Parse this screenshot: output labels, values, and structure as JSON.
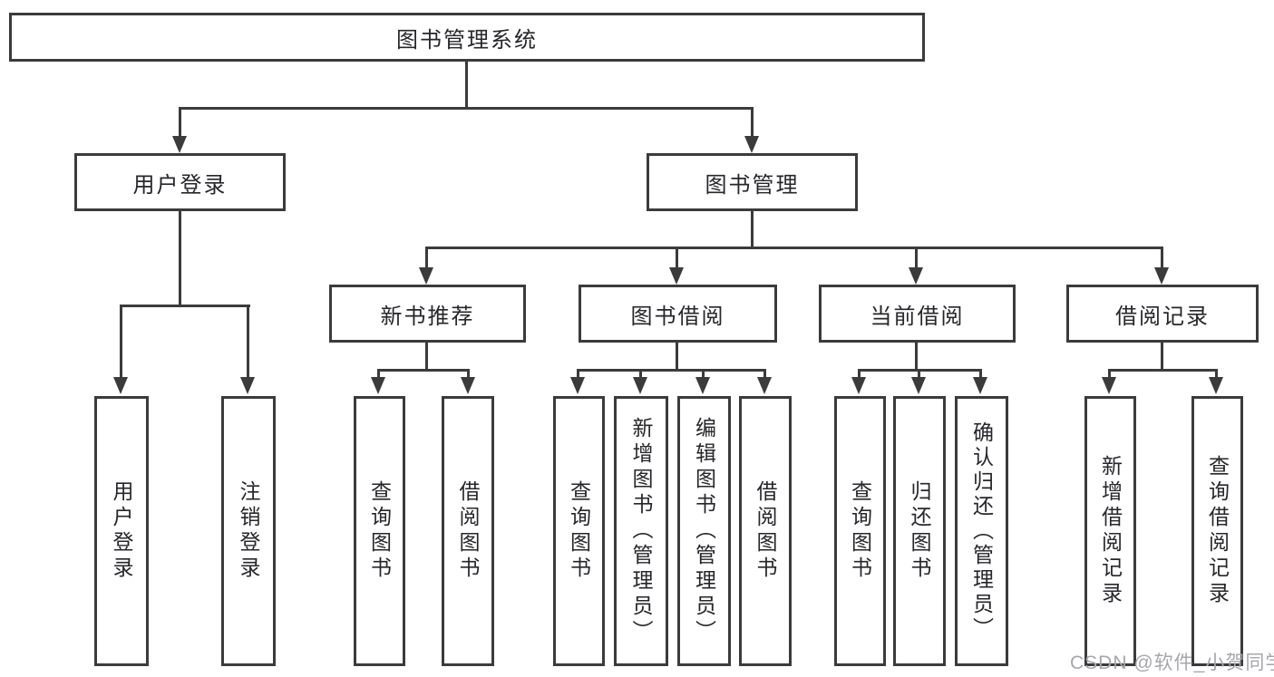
{
  "diagram": {
    "title": "图书管理系统",
    "level2": {
      "login": "用户登录",
      "management": "图书管理"
    },
    "login_children": [
      "用户登录",
      "注销登录"
    ],
    "management_groups": [
      {
        "label": "新书推荐",
        "children": [
          "查询图书",
          "借阅图书"
        ]
      },
      {
        "label": "图书借阅",
        "children": [
          "查询图书",
          "新增图书（管理员）",
          "编辑图书（管理员）",
          "借阅图书"
        ]
      },
      {
        "label": "当前借阅",
        "children": [
          "查询图书",
          "归还图书",
          "确认归还（管理员）"
        ]
      },
      {
        "label": "借阅记录",
        "children": [
          "新增借阅记录",
          "查询借阅记录"
        ]
      }
    ],
    "watermark": "CSDN @软件_小贺同学",
    "colors": {
      "line": "#3b3b3b",
      "text": "#26262b",
      "background": "#ffffff",
      "watermark": "#a6a6ae"
    }
  }
}
